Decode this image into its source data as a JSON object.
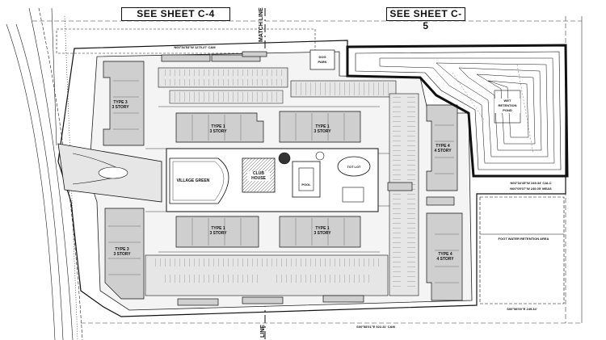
{
  "sheet_refs": {
    "top_left": "SEE SHEET C-4",
    "top_right": "SEE SHEET C-5"
  },
  "match_line_top": "MATCH LINE",
  "match_line_bottom": "LINE",
  "buildings": {
    "type3_top_left": "TYPE 3\n3 STORY",
    "type1_top_center": "TYPE 1\n3 STORY",
    "type1_top_right": "TYPE 1\n3 STORY",
    "type4_right_top": "TYPE 4\n4 STORY",
    "type1_bottom_center": "TYPE 1\n3 STORY",
    "type1_bottom_right": "TYPE 1\n3 STORY",
    "type3_bottom_left": "TYPE 3\n3 STORY",
    "type4_right_bottom": "TYPE 4\n4 STORY"
  },
  "amenities": {
    "village_green": "VILLAGE GREEN",
    "club_house": "CLUB\nHOUSE",
    "pool": "POOL",
    "tot_lot": "TOT LOT",
    "dog_park": "DOG\nPARK",
    "retention_pond": "WET\nRETENTION\nPOND",
    "foot_water_retention": "FOOT WATER RETENTION AREA"
  },
  "bearings": {
    "top_bearing": "N00°34'53\"W 1275.27' C&M",
    "bottom_bearing": "S00°58'01\"E 922.31' C&M",
    "bottom_right_bearing": "S00°58'00\"E 249.34'",
    "right_calc_1": "N00°34'45\"W 249.34' CALC",
    "right_calc_2": "N00°05'07\"W 249.05' MEAS"
  },
  "colors": {
    "linework": "#111111",
    "pavement": "#e6e6e6",
    "building_fill": "#cfcfcf",
    "paper": "#ffffff"
  }
}
